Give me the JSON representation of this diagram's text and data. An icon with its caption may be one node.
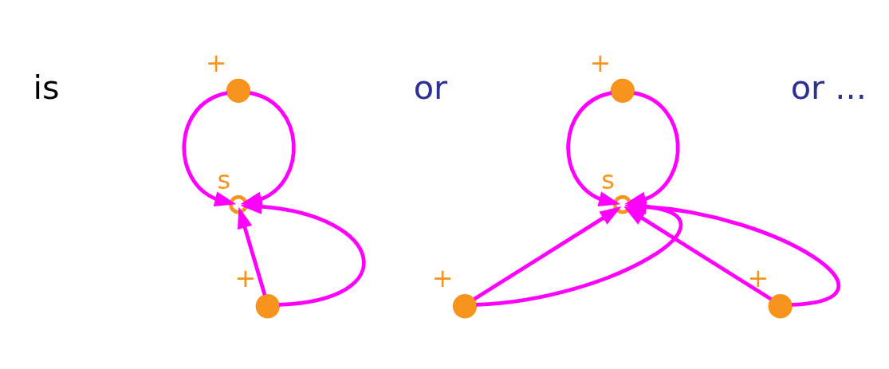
{
  "diagram": {
    "nodes": [
      {
        "text": [],
        "shape": "circle",
        "beside": [
          "+"
        ]
      },
      {
        "text": [],
        "shape": "circle",
        "beside": [
          "s"
        ]
      },
      {
        "text": [],
        "shape": "circle",
        "beside": [
          "+"
        ]
      },
      {
        "text": [],
        "shape": "circle",
        "beside": [
          "+"
        ]
      },
      {
        "text": [],
        "shape": "circle",
        "beside": [
          "s"
        ]
      },
      {
        "text": [],
        "shape": "circle",
        "beside": [
          "+"
        ]
      },
      {
        "text": [],
        "shape": "circle",
        "beside": [
          "+"
        ]
      }
    ],
    "edges": [
      {
        "from": 0,
        "to": 1,
        "arrow": "to"
      },
      {
        "from": 0,
        "to": 1,
        "arrow": "to"
      },
      {
        "from": 2,
        "to": 1,
        "arrow": "to"
      },
      {
        "from": 2,
        "to": 1,
        "arrow": "to"
      },
      {
        "from": 3,
        "to": 4,
        "arrow": "to"
      },
      {
        "from": 3,
        "to": 4,
        "arrow": "to"
      },
      {
        "from": 5,
        "to": 4,
        "arrow": "to"
      },
      {
        "from": 5,
        "to": 4,
        "arrow": "to"
      },
      {
        "from": 6,
        "to": 4,
        "arrow": "to"
      },
      {
        "from": 6,
        "to": 4,
        "arrow": "to"
      }
    ],
    "labels": [
      "is",
      "or",
      "or ..."
    ]
  }
}
